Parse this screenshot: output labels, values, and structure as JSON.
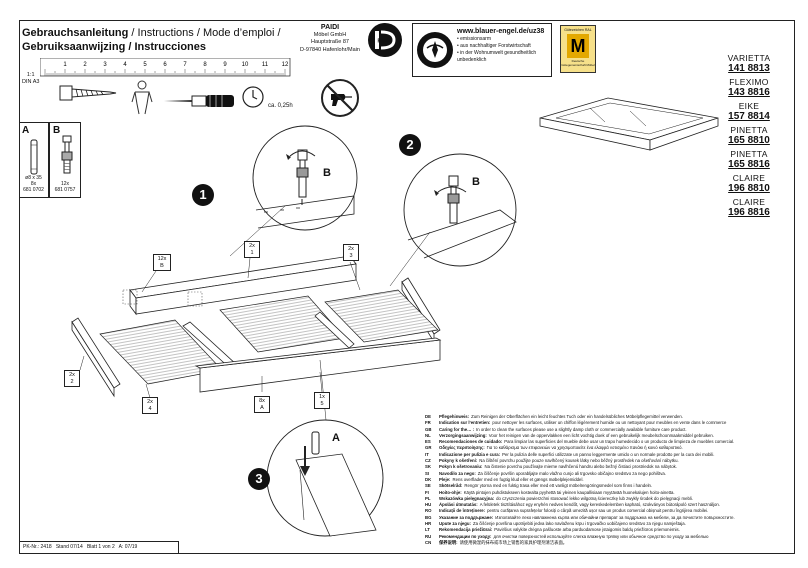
{
  "header": {
    "title_line1_bold": "Gebrauchsanleitung",
    "title_line1_rest": " / Instructions / Mode d’emploi /",
    "title_line2": "Gebruiksaanwijzing / Instrucciones"
  },
  "address": {
    "name": "PAIDI",
    "line1": "Möbel GmbH",
    "line2": "Hauptstraße 87",
    "line3": "D-97840 Hafenlohr/Main"
  },
  "logo": {
    "text": "PAIDI"
  },
  "blue_angel": {
    "url": "www.blauer-engel.de/uz38",
    "bullets": [
      "emissionsarm",
      "aus nachhaltiger Forstwirtschaft",
      "in der Wohnumwelt gesundheitlich unbedenklich"
    ]
  },
  "ral": {
    "top": "Gütezeichen RAL",
    "mark": "M",
    "bottom": "Deutsche Gütegemeinschaft Möbel"
  },
  "models": [
    {
      "name": "VARIETTA",
      "number": "141 8813"
    },
    {
      "name": "FLEXIMO",
      "number": "143 8816"
    },
    {
      "name": "EIKE",
      "number": "157 8814"
    },
    {
      "name": "PINETTA",
      "number": "165 8810"
    },
    {
      "name": "PINETTA",
      "number": "165 8816"
    },
    {
      "name": "CLAIRE",
      "number": "196 8810"
    },
    {
      "name": "CLAIRE",
      "number": "196 8816"
    }
  ],
  "tools": {
    "scale_ratio": "1:1",
    "paper": "DIN A3",
    "ruler_numbers": [
      "1",
      "2",
      "3",
      "4",
      "5",
      "6",
      "7",
      "8",
      "9",
      "10",
      "11",
      "12"
    ],
    "time": "ca. 0,25h"
  },
  "parts": {
    "a": {
      "label": "A",
      "spec": "ø8 x 35",
      "qty": "8x",
      "code": "681 0702"
    },
    "b": {
      "label": "B",
      "spec": "",
      "qty": "12x",
      "code": "681 0757"
    }
  },
  "steps": {
    "s1": "1",
    "s2": "2",
    "s3": "3",
    "detail_b1": "B",
    "detail_b2": "B",
    "detail_a": "A"
  },
  "callouts": [
    {
      "qty": "12x",
      "item": "B"
    },
    {
      "qty": "2x",
      "item": "1"
    },
    {
      "qty": "2x",
      "item": "3"
    },
    {
      "qty": "2x",
      "item": "2"
    },
    {
      "qty": "2x",
      "item": "4"
    },
    {
      "qty": "8x",
      "item": "A"
    },
    {
      "qty": "1x",
      "item": "5"
    }
  ],
  "care": [
    {
      "code": "DE",
      "head": "Pflegehinweis:",
      "text": "Zum Reinigen der Oberflächen ein leicht feuchtes Tuch oder ein handelsübliches Möbelpflegemittel verwenden."
    },
    {
      "code": "FR",
      "head": "Indication sur l’entretien:",
      "text": "pour nettoyer les surfaces, utiliser un chiffon légèrement humide ou un nettoyant pour meubles en vente dans le commerce"
    },
    {
      "code": "GB",
      "head": "Caring for the… :",
      "text": "In order to clean the surfaces please use a slightly damp cloth or commercially available furniture care product."
    },
    {
      "code": "NL",
      "head": "Verzorgingsaanwijzing:",
      "text": "Voor het reinigen van de oppervlakken een licht vochtig doek of een gebruikelijk meubelschoonmaakmiddel gebruiken."
    },
    {
      "code": "ES",
      "head": "Recomendaciones de cuidado:",
      "text": "Para limpiar las superficies del mueble debe usar un trapo humedecido o un producto de limpieza de muebles comercial."
    },
    {
      "code": "GR",
      "head": "Οδηγίες περιποίησης:",
      "text": "Για το καθάρισμα των επιφανειών να χρησιμοποιείτε ένα ελαφρά νοτισμένο πανάκι ή κοινό καθαριστικό."
    },
    {
      "code": "IT",
      "head": "Indicazione per pulizia e cura:",
      "text": "Per la pulizia delle superfici utilizzate un panno leggermente umido o un normale prodotto per la cura dei mobili."
    },
    {
      "code": "CZ",
      "head": "Pokyny k ošetření:",
      "text": "Na čištění povrchu použijte pouze navlhčený kousek látky nebo běžný prostředek na ošetřování nábytku."
    },
    {
      "code": "SK",
      "head": "Pokyn k ošetrovaniu:",
      "text": "Na čistenie povrchu používajte mierne navlhčenú handru alebo bežný čistiaci prostriedok na nábytok."
    },
    {
      "code": "SI",
      "head": "Navodilo za nego:",
      "text": "Za čiščenje površin uporabljajte malo vlažno cunjo ali trgovsko običajno sredstvo za nego pohištva."
    },
    {
      "code": "DK",
      "head": "Pleje:",
      "text": "Rens overflader med en fugtig klud eller et gængs møbelplejemiddel."
    },
    {
      "code": "SE",
      "head": "Skötselråd:",
      "text": "Rengör ytorna med en fuktig trasa eller med ett vanligt möbelrengöringsmedel som finns i handeln."
    },
    {
      "code": "FI",
      "head": "Hoito-ohje:",
      "text": "Käytä pintojen puhdistukseen kostealta pyyhettä tai yleinen kaupallisiaan myytävää huonekalujen hoito-ainetta."
    },
    {
      "code": "PL",
      "head": "Wskazówka pielęgnacyjna:",
      "text": "do czyszczenia powierzchni stosować lekko wilgotną ściereczkę lub zwykły środek do pielęgnacji mebli."
    },
    {
      "code": "HU",
      "head": "Ápolási útmutatás:",
      "text": "A felületek tisztításához egy enyhén nedves kendőt, vagy kereskedelemben kapható, szokványos bútorápoló szert használjon."
    },
    {
      "code": "RO",
      "head": "Indicații de întreținere:",
      "text": "pentru curățarea suprafețelor folosiți o cârpă umezită ușor sau un produs comercial obișnuit pentru îngrijirea mobilei."
    },
    {
      "code": "BG",
      "head": "Указание за поддържане:",
      "text": "Използвайте леко навлажнена кърпа или обичайни препарат за поддръжка на мебели, за да почистите повърхностите."
    },
    {
      "code": "HR",
      "head": "Upute za njegu:",
      "text": "Za čišćenje površina upotrijebiti jedva lako navlaženu krpu i trgovačko uobičajeno sredstvo za njegu namještaja."
    },
    {
      "code": "LT",
      "head": "Rekomendacija priežiūrai:",
      "text": "Paviršius valykite drėgna pašluoste arba parduodamose įstaigomis baldų priežiūros priemonėmis."
    },
    {
      "code": "RU",
      "head": "Рекомендации по уходу:",
      "text": "для очистки поверхностей используйте слегка влажную тряпку или обычное средство по уходу за мебелью"
    },
    {
      "code": "CN",
      "head": "保养说明:",
      "text": "请使用微湿的抹布或市场上销售的家具护理剂清洁表面。"
    }
  ],
  "footer": {
    "pk": "PK-Nr.: 2418",
    "stand": "Stand 07/14",
    "blatt": "Blatt 1 von 2",
    "a": "A: 07/19"
  }
}
